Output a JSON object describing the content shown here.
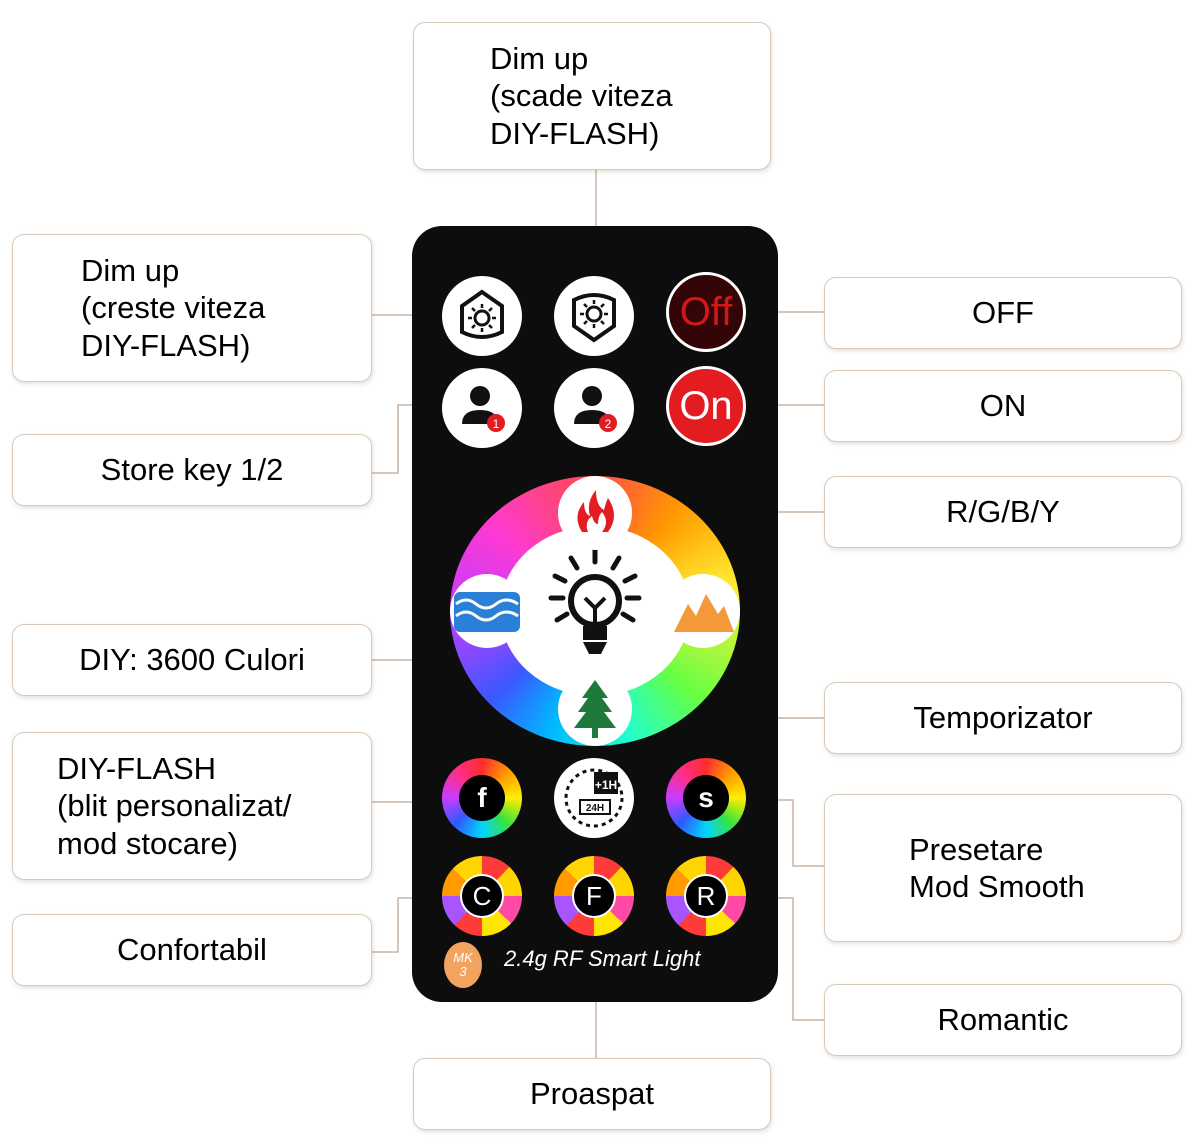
{
  "callouts": {
    "dim_up_top": "Dim up\n(scade viteza\nDIY-FLASH)",
    "dim_up_left": "Dim up\n(creste viteza\nDIY-FLASH)",
    "off": "OFF",
    "on": "ON",
    "store_key": "Store key 1/2",
    "rgby": "R/G/B/Y",
    "diy_colors": "DIY: 3600 Culori",
    "temporizator": "Temporizator",
    "diy_flash": "DIY-FLASH\n(blit personalizat/\nmod stocare)",
    "presetare": "Presetare\nMod Smooth",
    "confortabil": "Confortabil",
    "romantic": "Romantic",
    "proaspat": "Proaspat"
  },
  "remote": {
    "off_label": "Off",
    "on_label": "On",
    "store_1": "1",
    "store_2": "2",
    "flash_letter": "f",
    "smooth_letter": "s",
    "comfort_letter": "C",
    "fresh_letter": "F",
    "romantic_letter": "R",
    "timer_plus_1h": "+1H",
    "timer_24h": "24H",
    "model_badge": "MK\n3",
    "brand_text": "2.4g RF Smart Light"
  },
  "colors": {
    "remote_body": "#0d0d0d",
    "on_button": "#e31c22",
    "callout_border": "#d9c9bd",
    "leader_line": "#c8b3a4",
    "badge": "#f2a35d"
  },
  "icons": [
    "dim-up-icon",
    "dim-down-icon",
    "user-icon",
    "fire-icon",
    "bulb-icon",
    "wave-icon",
    "mountain-icon",
    "tree-icon",
    "clock-icon"
  ]
}
